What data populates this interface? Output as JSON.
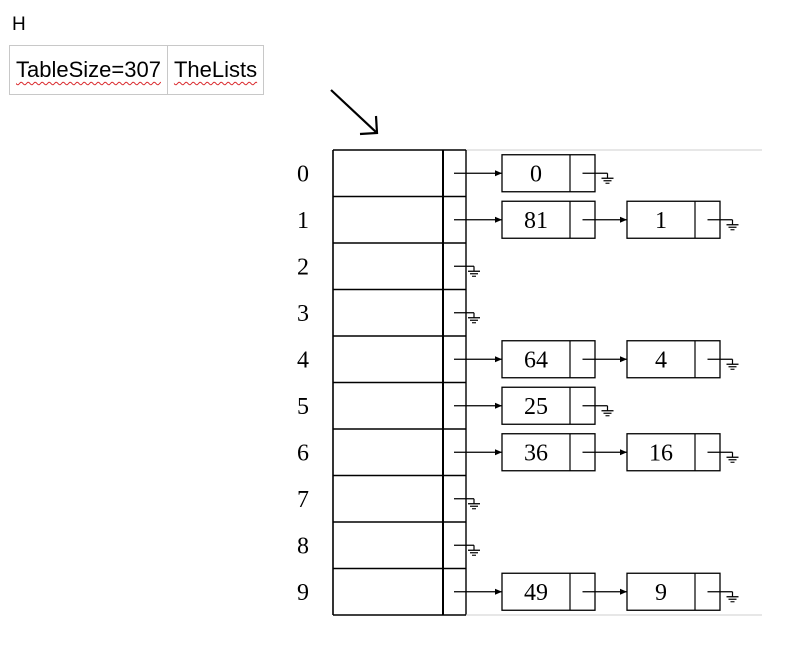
{
  "struct": {
    "name": "H",
    "fields": [
      "TableSize=307",
      "TheLists"
    ]
  },
  "buckets": [
    {
      "index": "0",
      "nodes": [
        "0"
      ]
    },
    {
      "index": "1",
      "nodes": [
        "81",
        "1"
      ]
    },
    {
      "index": "2",
      "nodes": []
    },
    {
      "index": "3",
      "nodes": []
    },
    {
      "index": "4",
      "nodes": [
        "64",
        "4"
      ]
    },
    {
      "index": "5",
      "nodes": [
        "25"
      ]
    },
    {
      "index": "6",
      "nodes": [
        "36",
        "16"
      ]
    },
    {
      "index": "7",
      "nodes": []
    },
    {
      "index": "8",
      "nodes": []
    },
    {
      "index": "9",
      "nodes": [
        "49",
        "9"
      ]
    }
  ]
}
